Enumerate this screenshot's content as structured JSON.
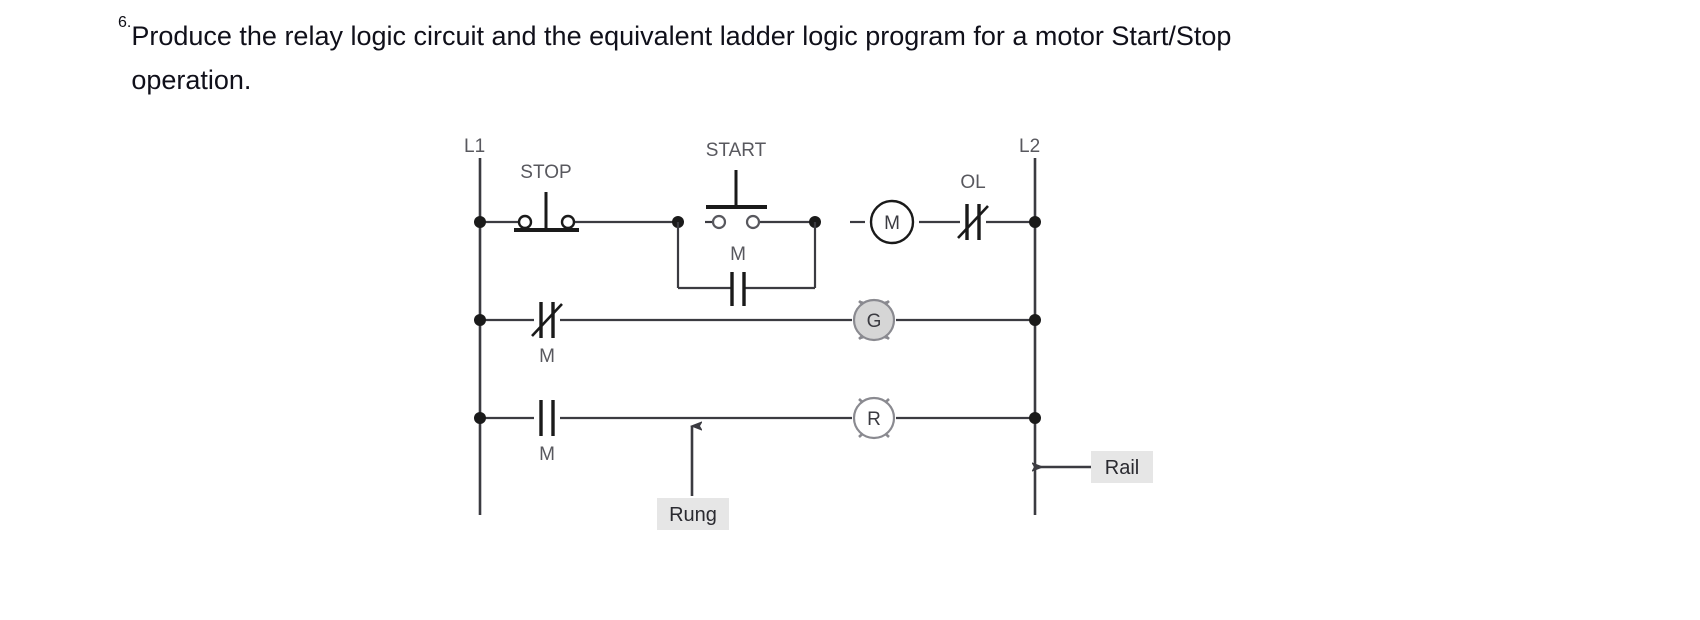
{
  "question": {
    "number": "6.",
    "line1": "Produce the relay logic circuit and the equivalent ladder logic program for a motor Start/Stop",
    "line2": "operation."
  },
  "diagram": {
    "title": "motor-start-stop-ladder-diagram",
    "colors": {
      "line": "#3b3b41",
      "text": "#58585e",
      "lamp_on_fill": "#d6d6d6",
      "lamp_off_fill": "#ffffff",
      "callout_bg": "#e6e6e6",
      "ink": "#1a1a1a"
    },
    "rails": {
      "left_label": "L1",
      "right_label": "L2"
    },
    "labels": {
      "stop": "STOP",
      "start": "START",
      "overload": "OL",
      "seal_in_contact": "M",
      "rung2_contact": "M",
      "rung3_contact": "M"
    },
    "devices": {
      "motor_coil": "M",
      "green_lamp": "G",
      "red_lamp": "R"
    },
    "callouts": {
      "rung": "Rung",
      "rail": "Rail"
    },
    "rungs": [
      {
        "index": 1,
        "elements": [
          "STOP",
          "START",
          "M",
          "M",
          "OL"
        ]
      },
      {
        "index": 2,
        "elements": [
          "M",
          "G"
        ]
      },
      {
        "index": 3,
        "elements": [
          "M",
          "R"
        ]
      }
    ]
  }
}
